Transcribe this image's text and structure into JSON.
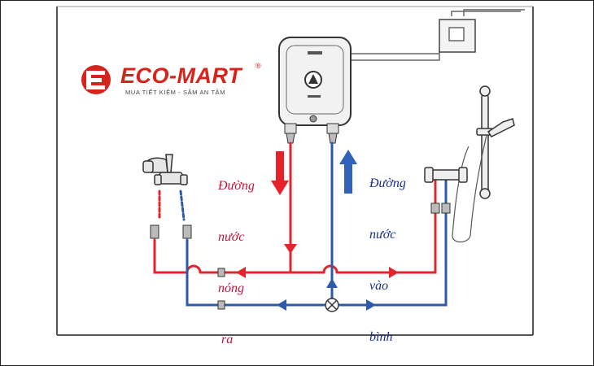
{
  "brand": {
    "name": "ECO-MART",
    "registered_mark": "®",
    "tagline": "MUA TIẾT KIỆM - SẮM AN TÂM"
  },
  "labels": {
    "hot_water_out": [
      "Đường",
      "nước",
      "nóng",
      " ra"
    ],
    "cold_water_in": [
      "Đường",
      "nước",
      "vào",
      "bình"
    ]
  },
  "colors": {
    "hot_pipe": "#e0262c",
    "cold_pipe": "#2f5aa8",
    "hot_label": "#c0143c",
    "cold_label": "#1a2f8a",
    "brand": "#d8231c"
  },
  "icons": {
    "water_heater": "water-heater-icon",
    "faucet": "faucet-icon",
    "shower": "shower-icon",
    "breaker": "circuit-breaker-icon",
    "valve": "valve-icon"
  }
}
